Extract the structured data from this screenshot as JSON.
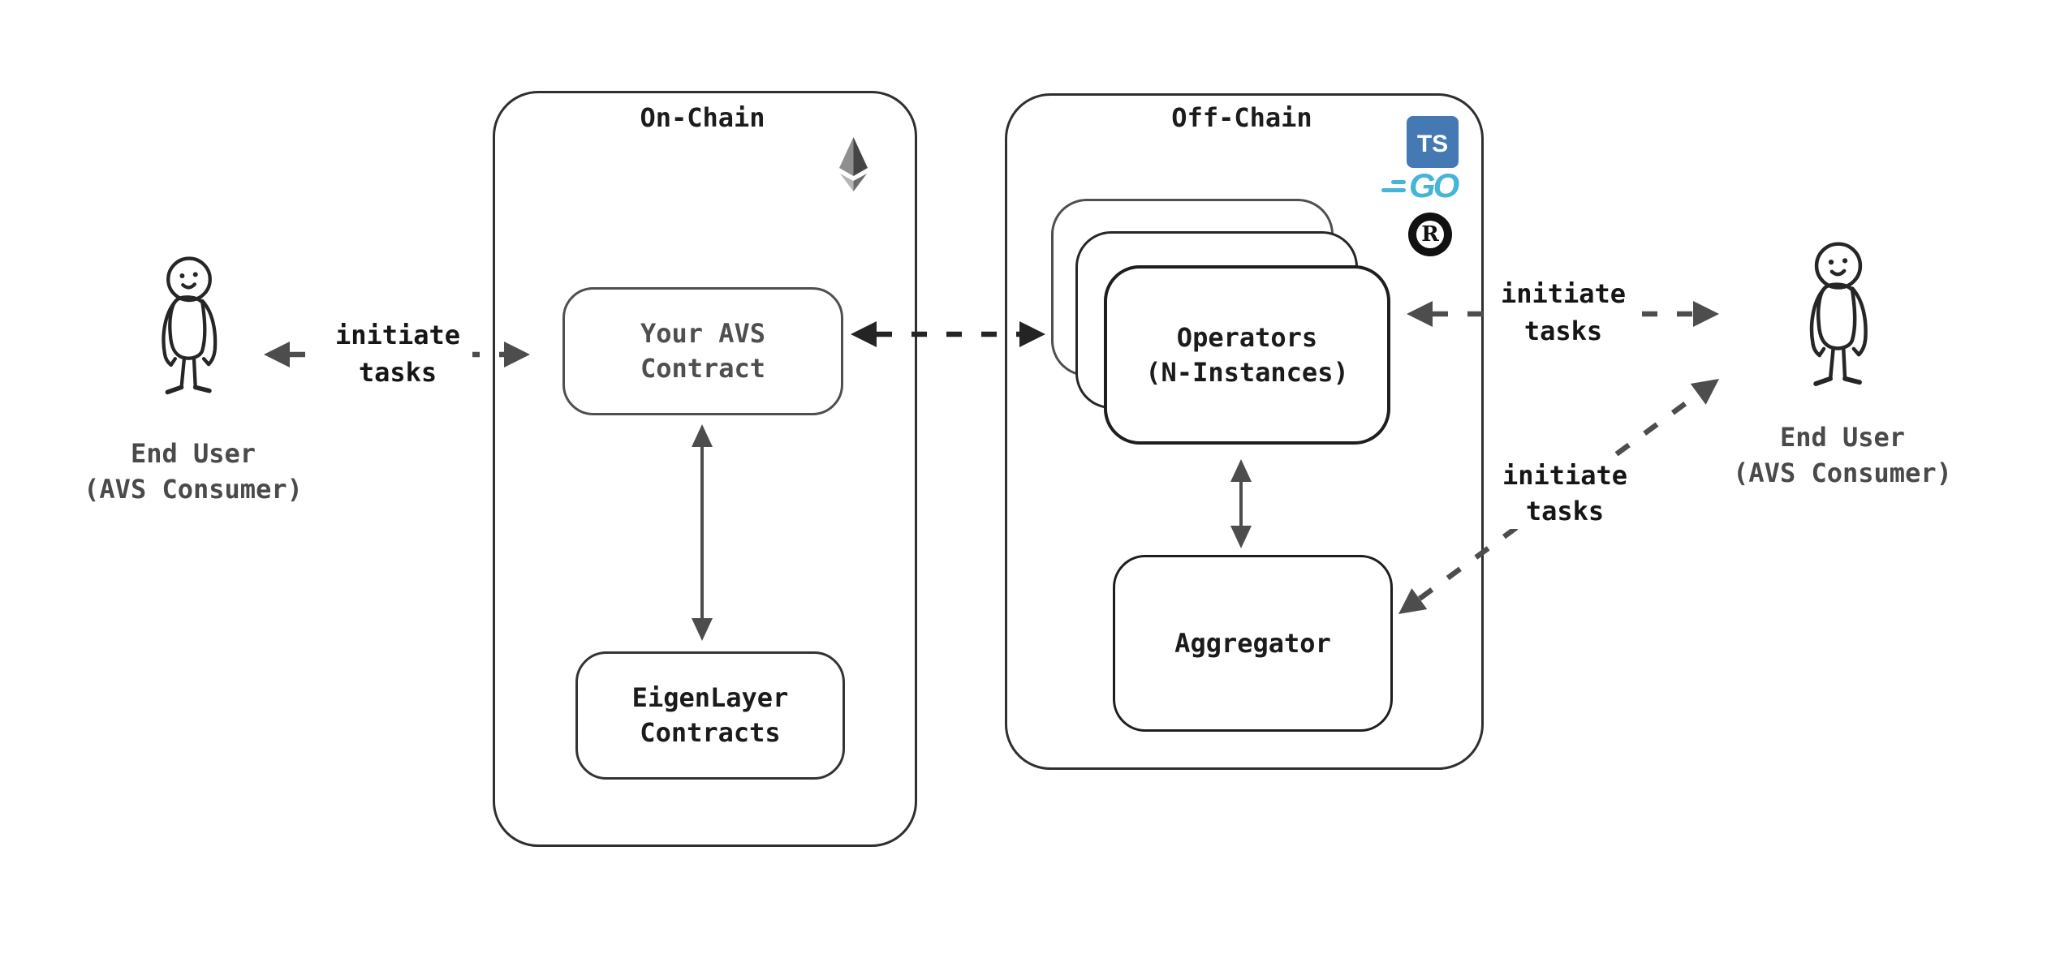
{
  "diagram": {
    "on_chain": {
      "title": "On-Chain",
      "contract_box": {
        "line1": "Your AVS",
        "line2": "Contract"
      },
      "eigenlayer_box": {
        "line1": "EigenLayer",
        "line2": "Contracts"
      }
    },
    "off_chain": {
      "title": "Off-Chain",
      "operators_box": {
        "line1": "Operators",
        "line2": "(N-Instances)"
      },
      "aggregator_box": {
        "label": "Aggregator"
      }
    },
    "left_user": {
      "line1": "End User",
      "line2": "(AVS Consumer)"
    },
    "right_user": {
      "line1": "End User",
      "line2": "(AVS Consumer)"
    },
    "labels": {
      "initiate_left": {
        "line1": "initiate",
        "line2": "tasks"
      },
      "initiate_right_top": {
        "line1": "initiate",
        "line2": "tasks"
      },
      "initiate_right_bottom": {
        "line1": "initiate",
        "line2": "tasks"
      }
    },
    "icons": {
      "typescript": {
        "label": "TS",
        "color": "#4479b4"
      },
      "go": {
        "label": "GO",
        "color": "#44b5d9"
      },
      "rust": {
        "label": "R",
        "color": "#111111"
      },
      "ethereum": {
        "colors": [
          "#8f8f8f",
          "#454545",
          "#b5b5b5",
          "#6b6b6b"
        ]
      }
    },
    "colors": {
      "background": "#ffffff",
      "container_stroke": "#2f2f2f",
      "box_stroke": "#1e1e1e",
      "muted_stroke": "#4f4f4f",
      "text_dark": "#1b1b1b",
      "text_muted": "#4a4a4a",
      "arrow": "#4d4d4d",
      "arrow_dark": "#242424"
    }
  }
}
